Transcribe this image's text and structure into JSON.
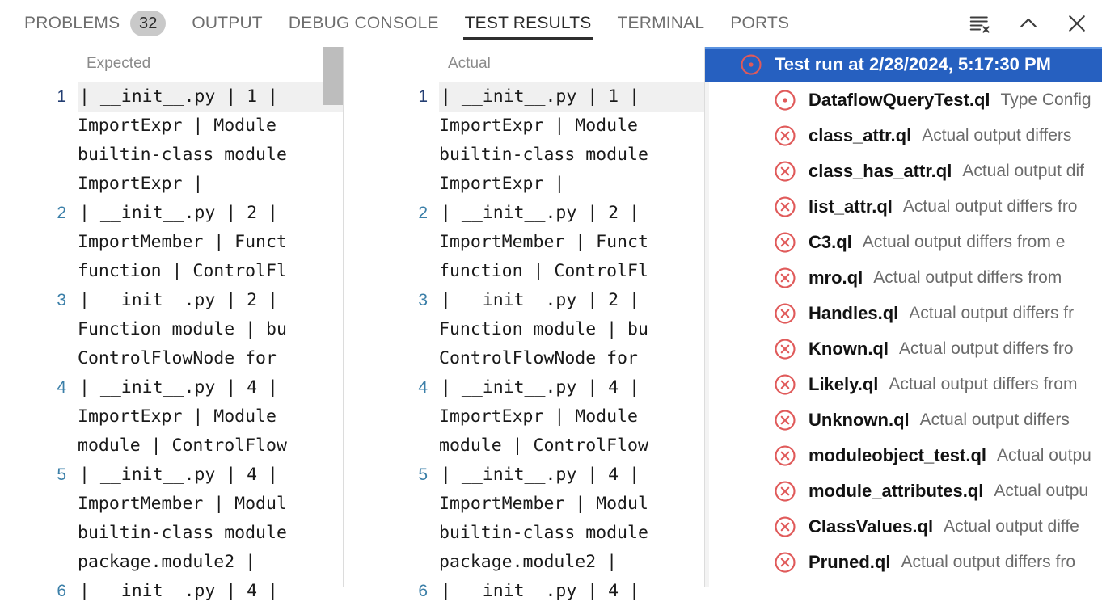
{
  "panel": {
    "tabs": [
      {
        "label": "PROBLEMS",
        "badge": "32",
        "active": false
      },
      {
        "label": "OUTPUT",
        "badge": "",
        "active": false
      },
      {
        "label": "DEBUG CONSOLE",
        "badge": "",
        "active": false
      },
      {
        "label": "TEST RESULTS",
        "badge": "",
        "active": true
      },
      {
        "label": "TERMINAL",
        "badge": "",
        "active": false
      },
      {
        "label": "PORTS",
        "badge": "",
        "active": false
      }
    ],
    "actions": [
      {
        "name": "clear-output-icon",
        "title": "Clear Output"
      },
      {
        "name": "chevron-up-icon",
        "title": "Maximize Panel Size"
      },
      {
        "name": "close-icon",
        "title": "Close Panel"
      }
    ]
  },
  "colors": {
    "selection_blue": "#2660c0",
    "error_red": "#e05a5a",
    "line_number_blue": "#3b7fa8",
    "line_number_active": "#243f73",
    "muted_text": "#6b6b6b"
  },
  "diff": {
    "expected": {
      "title": "Expected",
      "lines": [
        {
          "num": "1",
          "highlighted": true,
          "segments": [
            "| __init__.py | 1 |",
            "ImportExpr | Module",
            "builtin-class module",
            "ImportExpr |"
          ]
        },
        {
          "num": "2",
          "highlighted": false,
          "segments": [
            "| __init__.py | 2 |",
            "ImportMember | Funct",
            "function | ControlFl"
          ]
        },
        {
          "num": "3",
          "highlighted": false,
          "segments": [
            "| __init__.py | 2 |",
            "Function module | bu",
            "ControlFlowNode for"
          ]
        },
        {
          "num": "4",
          "highlighted": false,
          "segments": [
            "| __init__.py | 4 |",
            "ImportExpr | Module",
            "module | ControlFlow"
          ]
        },
        {
          "num": "5",
          "highlighted": false,
          "segments": [
            "| __init__.py | 4 |",
            "ImportMember | Modul",
            "builtin-class module",
            "package.module2 |"
          ]
        },
        {
          "num": "6",
          "highlighted": false,
          "segments": [
            "| __init__.py | 4 |"
          ]
        }
      ]
    },
    "actual": {
      "title": "Actual",
      "lines": [
        {
          "num": "1",
          "highlighted": true,
          "segments": [
            "| __init__.py | 1 |",
            "ImportExpr | Module",
            "builtin-class module",
            "ImportExpr |"
          ]
        },
        {
          "num": "2",
          "highlighted": false,
          "segments": [
            "| __init__.py | 2 |",
            "ImportMember | Funct",
            "function | ControlFl"
          ]
        },
        {
          "num": "3",
          "highlighted": false,
          "segments": [
            "| __init__.py | 2 |",
            "Function module | bu",
            "ControlFlowNode for"
          ]
        },
        {
          "num": "4",
          "highlighted": false,
          "segments": [
            "| __init__.py | 4 |",
            "ImportExpr | Module",
            "module | ControlFlow"
          ]
        },
        {
          "num": "5",
          "highlighted": false,
          "segments": [
            "| __init__.py | 4 |",
            "ImportMember | Modul",
            "builtin-class module",
            "package.module2 |"
          ]
        },
        {
          "num": "6",
          "highlighted": false,
          "segments": [
            "| __init__.py | 4 |"
          ]
        }
      ]
    }
  },
  "test_tree": {
    "items": [
      {
        "icon": "test-run-icon",
        "label": "Test run at 2/28/2024, 5:17:30 PM",
        "desc": "",
        "selected": true,
        "root": true
      },
      {
        "icon": "test-run-icon",
        "label": "DataflowQueryTest.ql",
        "desc": "Type Config",
        "selected": false,
        "root": false
      },
      {
        "icon": "error-icon",
        "label": "class_attr.ql",
        "desc": "Actual output differs",
        "selected": false,
        "root": false
      },
      {
        "icon": "error-icon",
        "label": "class_has_attr.ql",
        "desc": "Actual output dif",
        "selected": false,
        "root": false
      },
      {
        "icon": "error-icon",
        "label": "list_attr.ql",
        "desc": "Actual output differs fro",
        "selected": false,
        "root": false
      },
      {
        "icon": "error-icon",
        "label": "C3.ql",
        "desc": "Actual output differs from e",
        "selected": false,
        "root": false
      },
      {
        "icon": "error-icon",
        "label": "mro.ql",
        "desc": "Actual output differs from ",
        "selected": false,
        "root": false
      },
      {
        "icon": "error-icon",
        "label": "Handles.ql",
        "desc": "Actual output differs fr",
        "selected": false,
        "root": false
      },
      {
        "icon": "error-icon",
        "label": "Known.ql",
        "desc": "Actual output differs fro",
        "selected": false,
        "root": false
      },
      {
        "icon": "error-icon",
        "label": "Likely.ql",
        "desc": "Actual output differs from",
        "selected": false,
        "root": false
      },
      {
        "icon": "error-icon",
        "label": "Unknown.ql",
        "desc": "Actual output differs",
        "selected": false,
        "root": false
      },
      {
        "icon": "error-icon",
        "label": "moduleobject_test.ql",
        "desc": "Actual outpu",
        "selected": false,
        "root": false
      },
      {
        "icon": "error-icon",
        "label": "module_attributes.ql",
        "desc": "Actual outpu",
        "selected": false,
        "root": false
      },
      {
        "icon": "error-icon",
        "label": "ClassValues.ql",
        "desc": "Actual output diffe",
        "selected": false,
        "root": false
      },
      {
        "icon": "error-icon",
        "label": "Pruned.ql",
        "desc": "Actual output differs fro",
        "selected": false,
        "root": false
      }
    ]
  }
}
